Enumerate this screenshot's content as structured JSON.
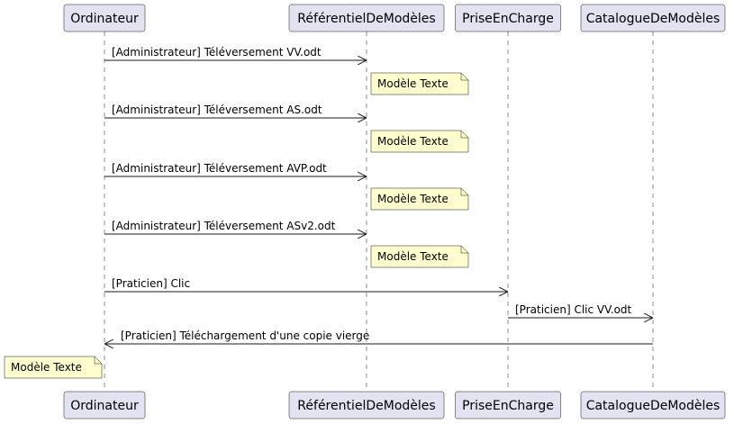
{
  "participants": [
    {
      "name": "Ordinateur"
    },
    {
      "name": "RéférentielDeModèles"
    },
    {
      "name": "PriseEnCharge"
    },
    {
      "name": "CatalogueDeModèles"
    }
  ],
  "messages": [
    {
      "from": 0,
      "to": 1,
      "label": "[Administrateur] Téléversement VV.odt"
    },
    {
      "from": 0,
      "to": 1,
      "label": "[Administrateur] Téléversement AS.odt"
    },
    {
      "from": 0,
      "to": 1,
      "label": "[Administrateur] Téléversement AVP.odt"
    },
    {
      "from": 0,
      "to": 1,
      "label": "[Administrateur] Téléversement ASv2.odt"
    },
    {
      "from": 0,
      "to": 2,
      "label": "[Praticien] Clic"
    },
    {
      "from": 2,
      "to": 3,
      "label": "[Praticien] Clic VV.odt"
    },
    {
      "from": 3,
      "to": 0,
      "label": "[Praticien] Téléchargement d'une copie vierge"
    }
  ],
  "notes": [
    {
      "text": "Modèle Texte",
      "participant": 1,
      "side": "right"
    },
    {
      "text": "Modèle Texte",
      "participant": 1,
      "side": "right"
    },
    {
      "text": "Modèle Texte",
      "participant": 1,
      "side": "right"
    },
    {
      "text": "Modèle Texte",
      "participant": 1,
      "side": "right"
    },
    {
      "text": "Modèle Texte",
      "participant": 0,
      "side": "left"
    }
  ],
  "colors": {
    "participant_fill": "#e2e2f0",
    "participant_border": "#181818",
    "note_fill": "#fefece",
    "line": "#181818"
  }
}
